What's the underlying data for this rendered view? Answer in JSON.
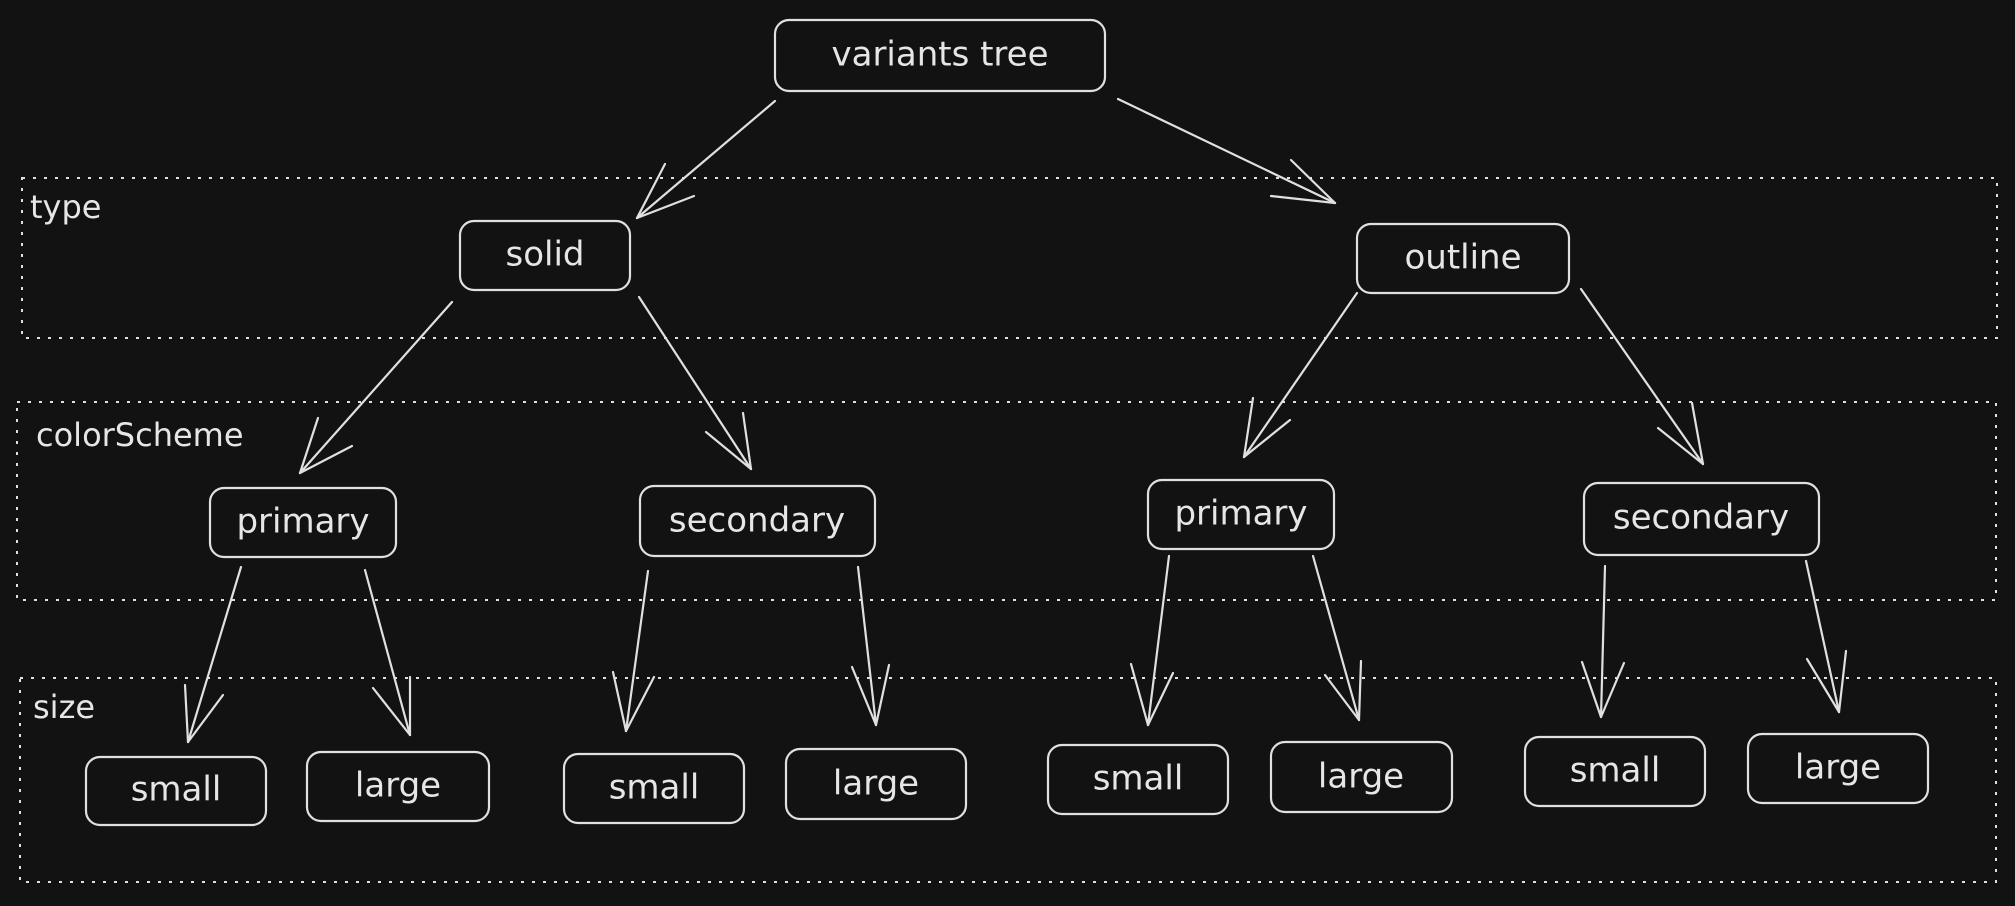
{
  "colors": {
    "background": "#121212",
    "stroke": "#e0e0e0",
    "text": "#e6e6e6"
  },
  "groups": {
    "type": {
      "label": "type"
    },
    "color_scheme": {
      "label": "colorScheme"
    },
    "size": {
      "label": "size"
    }
  },
  "nodes": {
    "root": {
      "label": "variants tree"
    },
    "solid": {
      "label": "solid"
    },
    "outline": {
      "label": "outline"
    },
    "solid_primary": {
      "label": "primary"
    },
    "solid_secondary": {
      "label": "secondary"
    },
    "outline_primary": {
      "label": "primary"
    },
    "outline_secondary": {
      "label": "secondary"
    },
    "sp_small": {
      "label": "small"
    },
    "sp_large": {
      "label": "large"
    },
    "ss_small": {
      "label": "small"
    },
    "ss_large": {
      "label": "large"
    },
    "op_small": {
      "label": "small"
    },
    "op_large": {
      "label": "large"
    },
    "os_small": {
      "label": "small"
    },
    "os_large": {
      "label": "large"
    }
  },
  "edges": [
    {
      "from": "root",
      "to": "solid"
    },
    {
      "from": "root",
      "to": "outline"
    },
    {
      "from": "solid",
      "to": "solid_primary"
    },
    {
      "from": "solid",
      "to": "solid_secondary"
    },
    {
      "from": "outline",
      "to": "outline_primary"
    },
    {
      "from": "outline",
      "to": "outline_secondary"
    },
    {
      "from": "solid_primary",
      "to": "sp_small"
    },
    {
      "from": "solid_primary",
      "to": "sp_large"
    },
    {
      "from": "solid_secondary",
      "to": "ss_small"
    },
    {
      "from": "solid_secondary",
      "to": "ss_large"
    },
    {
      "from": "outline_primary",
      "to": "op_small"
    },
    {
      "from": "outline_primary",
      "to": "op_large"
    },
    {
      "from": "outline_secondary",
      "to": "os_small"
    },
    {
      "from": "outline_secondary",
      "to": "os_large"
    }
  ]
}
